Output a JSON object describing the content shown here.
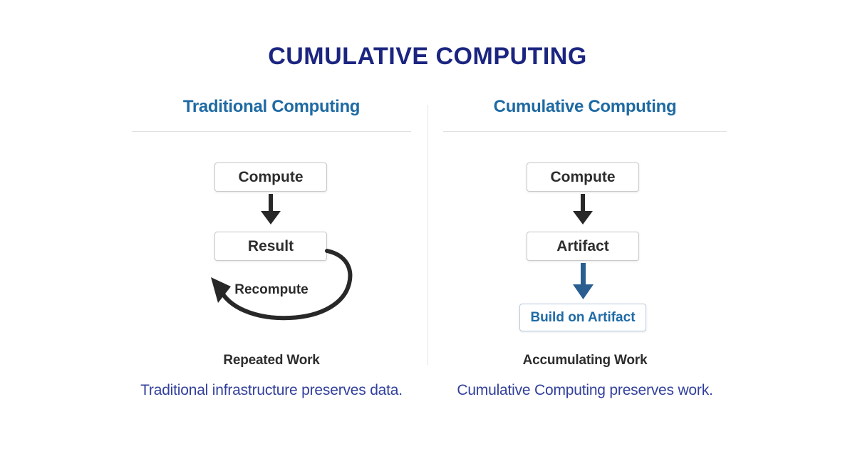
{
  "title": "CUMULATIVE COMPUTING",
  "left_column": {
    "header": "Traditional Computing",
    "box1": "Compute",
    "box2": "Result",
    "loop_label": "Recompute",
    "summary": "Repeated Work",
    "caption": "Traditional infrastructure preserves data."
  },
  "right_column": {
    "header": "Cumulative Computing",
    "box1": "Compute",
    "box2": "Artifact",
    "box3": "Build on Artifact",
    "summary": "Accumulating Work",
    "caption": "Cumulative Computing preserves work."
  },
  "colors": {
    "title_navy": "#1b2580",
    "header_blue": "#1e6aa3",
    "accent_arrow_blue": "#2b5e90",
    "build_box_border": "#b7cde0",
    "build_text_blue": "#1f6aa5",
    "caption_blue": "#32409b",
    "arrow_black": "#282828",
    "box_border_gray": "#c9c9c9",
    "rule_gray": "#e1e1e1"
  }
}
